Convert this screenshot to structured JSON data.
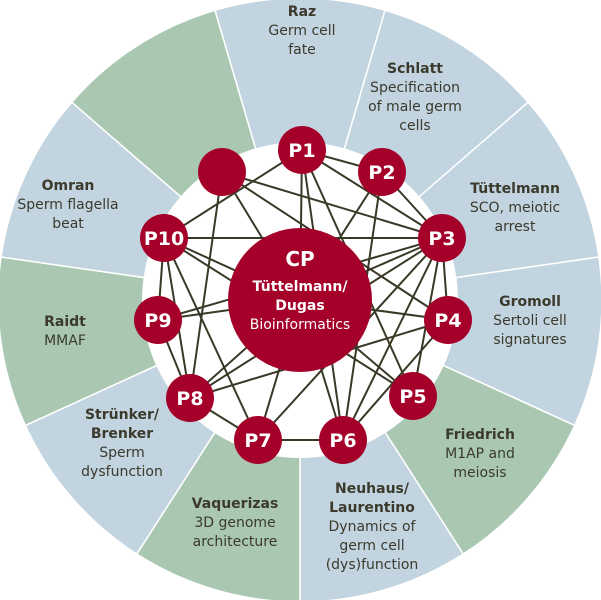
{
  "colors": {
    "blue": "#c2d4e0",
    "green": "#aac8b1",
    "node": "#a50029",
    "edge": "#3a3826",
    "text": "#3b3a2c"
  },
  "sectors": [
    {
      "name": "Raz",
      "lines": [
        "Germ cell",
        "fate"
      ],
      "color": "blue"
    },
    {
      "name": "Schlatt",
      "lines": [
        "Specification",
        "of male germ",
        "cells"
      ],
      "color": "blue"
    },
    {
      "name": "Tüttelmann",
      "lines": [
        "SCO, meiotic",
        "arrest"
      ],
      "color": "blue"
    },
    {
      "name": "Gromoll",
      "lines": [
        "Sertoli cell",
        "signatures"
      ],
      "color": "blue"
    },
    {
      "name": "Friedrich",
      "lines": [
        "M1AP and",
        "meiosis"
      ],
      "color": "green"
    },
    {
      "name": "Neuhaus/ Laurentino",
      "nameLines": [
        "Neuhaus/",
        "Laurentino"
      ],
      "lines": [
        "Dynamics of",
        "germ cell",
        "(dys)function"
      ],
      "color": "blue"
    },
    {
      "name": "Vaquerizas",
      "lines": [
        "3D genome",
        "architecture"
      ],
      "color": "green"
    },
    {
      "name": "Strünker/ Brenker",
      "nameLines": [
        "Strünker/",
        "Brenker"
      ],
      "lines": [
        "Sperm",
        "dysfunction"
      ],
      "color": "blue"
    },
    {
      "name": "Raidt",
      "lines": [
        "MMAF"
      ],
      "color": "green"
    },
    {
      "name": "Omran",
      "lines": [
        "Sperm flagella",
        "beat"
      ],
      "color": "blue"
    },
    {
      "name": "",
      "lines": [],
      "color": "green"
    }
  ],
  "center": {
    "label": "CP",
    "names": [
      "Tüttelmann/",
      "Dugas"
    ],
    "role": "Bioinformatics"
  },
  "nodes": [
    {
      "id": "P1",
      "label": "P1"
    },
    {
      "id": "P2",
      "label": "P2"
    },
    {
      "id": "P3",
      "label": "P3"
    },
    {
      "id": "P4",
      "label": "P4"
    },
    {
      "id": "P5",
      "label": "P5"
    },
    {
      "id": "P6",
      "label": "P6"
    },
    {
      "id": "P7",
      "label": "P7"
    },
    {
      "id": "P8",
      "label": "P8"
    },
    {
      "id": "P9",
      "label": "P9"
    },
    {
      "id": "P10",
      "label": "P10"
    },
    {
      "id": "PX",
      "label": ""
    }
  ],
  "edges": [
    [
      "P1",
      "P2"
    ],
    [
      "P1",
      "P3"
    ],
    [
      "P1",
      "CP"
    ],
    [
      "P1",
      "P10"
    ],
    [
      "P1",
      "P5"
    ],
    [
      "P1",
      "P6"
    ],
    [
      "PX",
      "P3"
    ],
    [
      "PX",
      "CP"
    ],
    [
      "PX",
      "P8"
    ],
    [
      "PX",
      "P4"
    ],
    [
      "P2",
      "P3"
    ],
    [
      "P2",
      "CP"
    ],
    [
      "P2",
      "P6"
    ],
    [
      "P10",
      "P3"
    ],
    [
      "P10",
      "CP"
    ],
    [
      "P10",
      "P9"
    ],
    [
      "P10",
      "P8"
    ],
    [
      "P10",
      "P7"
    ],
    [
      "P10",
      "P5"
    ],
    [
      "P3",
      "CP"
    ],
    [
      "P3",
      "P4"
    ],
    [
      "P3",
      "P5"
    ],
    [
      "P3",
      "P6"
    ],
    [
      "P3",
      "P7"
    ],
    [
      "P3",
      "P9"
    ],
    [
      "P3",
      "P8"
    ],
    [
      "P9",
      "P8"
    ],
    [
      "P9",
      "CP"
    ],
    [
      "P8",
      "CP"
    ],
    [
      "P8",
      "P7"
    ],
    [
      "P7",
      "P6"
    ],
    [
      "P7",
      "CP"
    ],
    [
      "P6",
      "CP"
    ],
    [
      "P6",
      "P4"
    ],
    [
      "P5",
      "CP"
    ],
    [
      "P4",
      "CP"
    ],
    [
      "P4",
      "P8"
    ]
  ]
}
